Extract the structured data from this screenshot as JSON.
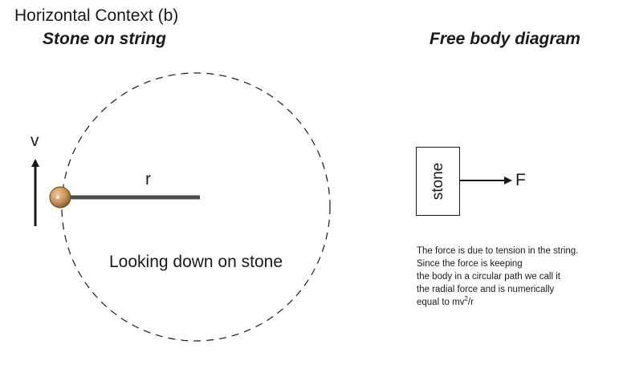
{
  "header": {
    "title": "Horizontal Context (b)"
  },
  "left_panel": {
    "subtitle": "Stone on string",
    "velocity_label": "v",
    "radius_label": "r",
    "caption": "Looking down on stone"
  },
  "right_panel": {
    "subtitle": "Free body diagram",
    "box_label": "stone",
    "force_label": "F",
    "explanation": {
      "line1": "The force is due to tension in the string.",
      "line2": "Since the force is keeping",
      "line3": "the body in a circular path we call it",
      "line4": "the radial force and is numerically",
      "line5_prefix": "equal to mv",
      "line5_sup": "2",
      "line5_suffix": "/r"
    }
  },
  "colors": {
    "stone": "#c8955a",
    "string": "#4d4d4d",
    "ink": "#1a1a1a"
  }
}
